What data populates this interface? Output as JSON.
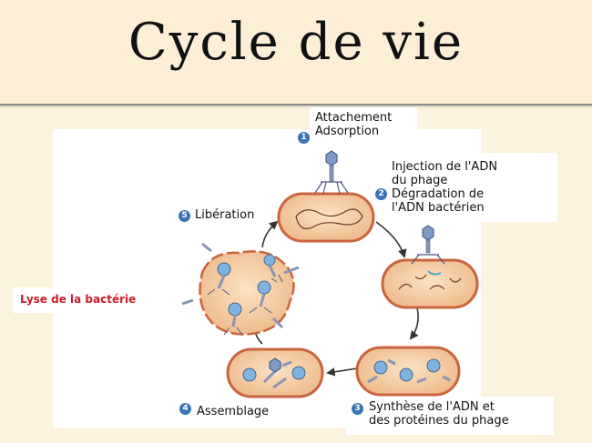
{
  "title": "Cycle de vie",
  "steps": [
    {
      "number": "1",
      "label": "Attachement\nAdsorption"
    },
    {
      "number": "2",
      "label": "Injection de l'ADN\ndu phage\nDégradation de\nl'ADN bactérien"
    },
    {
      "number": "3",
      "label": "Synthèse de l'ADN et\ndes protéines du phage"
    },
    {
      "number": "4",
      "label": "Assemblage"
    },
    {
      "number": "5",
      "label": "Libération"
    }
  ],
  "side_note": "Lyse de la bactérie",
  "colors": {
    "badge": "#3b73b5",
    "cell": "#f1c79a",
    "cell_stroke": "#c9643f",
    "note": "#c8202a",
    "background": "#fbf3dd"
  }
}
